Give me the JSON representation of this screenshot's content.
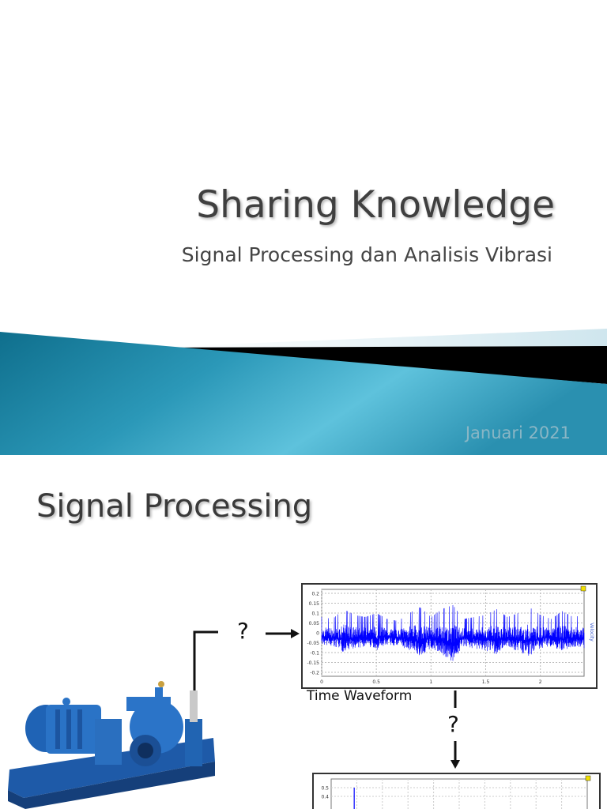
{
  "slide1": {
    "title": "Sharing Knowledge",
    "subtitle": "Signal Processing dan Analisis Vibrasi",
    "date": "Januari 2021",
    "colors": {
      "banner_main": "#1a7f9c",
      "banner_light": "#5ec2dc",
      "banner_dark": "#000000",
      "date_text": "#89b6c5"
    }
  },
  "slide2": {
    "title": "Signal Processing",
    "question_mark": "?",
    "time_waveform_caption": "Time Waveform",
    "pump_icon": "centrifugal-pump-illustration"
  },
  "chart_data": [
    {
      "type": "line",
      "title": "",
      "xlabel": "",
      "ylabel": "",
      "right_axis_label": "Velocity",
      "xlim": [
        0,
        2.4
      ],
      "ylim": [
        -0.22,
        0.22
      ],
      "xticks": [
        "0",
        "0.5",
        "1",
        "1.5",
        "2"
      ],
      "yticks": [
        "0.2",
        "0.15",
        "0.1",
        "0.05",
        "0",
        "-0.05",
        "-0.1",
        "-0.15",
        "-0.2"
      ],
      "grid": true,
      "series": [
        {
          "color": "#0000ff",
          "x": [
            0,
            0.1,
            0.2,
            0.3,
            0.4,
            0.5,
            0.6,
            0.7,
            0.8,
            0.9,
            1.0,
            1.1,
            1.2,
            1.3,
            1.4,
            1.5,
            1.6,
            1.7,
            1.8,
            1.9,
            2.0,
            2.1,
            2.2,
            2.3,
            2.4
          ],
          "y_max": [
            0.08,
            0.07,
            0.12,
            0.09,
            0.08,
            0.1,
            0.07,
            0.06,
            0.1,
            0.13,
            0.08,
            0.12,
            0.14,
            0.07,
            0.08,
            0.09,
            0.12,
            0.08,
            0.1,
            0.13,
            0.09,
            0.07,
            0.11,
            0.08,
            0.09
          ],
          "y_min": [
            -0.06,
            -0.07,
            -0.1,
            -0.08,
            -0.07,
            -0.09,
            -0.06,
            -0.07,
            -0.09,
            -0.12,
            -0.08,
            -0.11,
            -0.15,
            -0.07,
            -0.08,
            -0.09,
            -0.11,
            -0.07,
            -0.1,
            -0.12,
            -0.08,
            -0.07,
            -0.09,
            -0.07,
            -0.08
          ]
        }
      ]
    },
    {
      "type": "line",
      "title": "",
      "xlabel": "",
      "ylabel": "",
      "ylim": [
        0,
        0.6
      ],
      "yticks": [
        "0.5",
        "0.4"
      ],
      "grid": true,
      "series": [
        {
          "color": "#0000ff",
          "x": [
            0.1
          ],
          "y": [
            0.5
          ]
        }
      ]
    }
  ]
}
